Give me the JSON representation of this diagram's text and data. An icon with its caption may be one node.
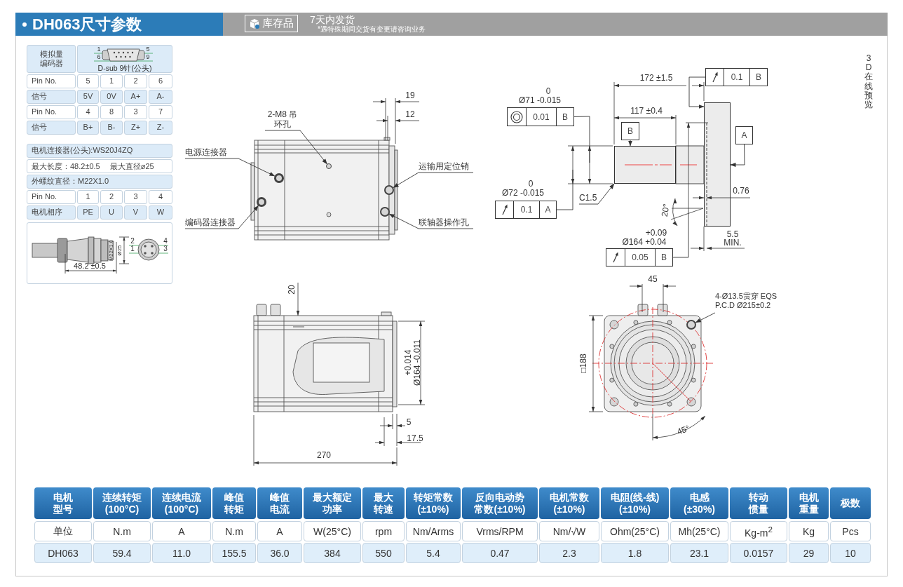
{
  "diagram": {
    "title": "DH063尺寸参数",
    "nodes": [
      {
        "text": [
          "电源连接器"
        ]
      },
      {
        "text": [],
        "shape": "circle"
      },
      {
        "text": [
          "2-M8 吊环孔"
        ]
      },
      {
        "text": [],
        "shape": "circle"
      },
      {
        "text": [
          "编码器连接器"
        ]
      },
      {
        "text": [],
        "shape": "circle"
      },
      {
        "text": [
          "运输用定位销"
        ]
      },
      {
        "text": [],
        "shape": "circle"
      },
      {
        "text": [
          "联轴器操作孔"
        ]
      },
      {
        "text": [],
        "shape": "circle"
      },
      {
        "text": [
          "0.1",
          "B"
        ]
      },
      {
        "text": [
          "0.01",
          "B"
        ]
      },
      {
        "text": [
          "B"
        ]
      },
      {
        "text": [
          "A"
        ]
      },
      {
        "text": [
          "0.1",
          "A"
        ]
      },
      {
        "text": [
          "C1.5"
        ]
      },
      {
        "text": [
          "0.05",
          "B"
        ]
      },
      {
        "text": [
          "4-Ø13.5贯穿 EQS P.C.D Ø215±0.2"
        ]
      },
      {
        "text": [],
        "shape": "circle"
      },
      {
        "text": [],
        "shape": "box"
      },
      {
        "text": [],
        "shape": "box"
      }
    ],
    "edges": [
      {
        "from": 0,
        "to": 1,
        "arrow": "to"
      },
      {
        "from": 2,
        "to": 3,
        "arrow": "to"
      },
      {
        "from": 4,
        "to": 5,
        "arrow": "to"
      },
      {
        "from": 6,
        "to": 7,
        "arrow": "to"
      },
      {
        "from": 8,
        "to": 9,
        "arrow": "to"
      },
      {
        "from": 10,
        "to": 20,
        "arrow": "to"
      },
      {
        "from": 11,
        "to": null,
        "arrow": "none"
      },
      {
        "from": 12,
        "to": 19,
        "arrow": "to"
      },
      {
        "from": 13,
        "to": 20,
        "arrow": "to"
      },
      {
        "from": 14,
        "to": null,
        "arrow": "none"
      },
      {
        "from": 15,
        "to": 19,
        "arrow": "to"
      },
      {
        "from": 16,
        "to": null,
        "arrow": "none"
      },
      {
        "from": 17,
        "to": 18,
        "arrow": "to"
      }
    ],
    "labels": [
      "库存品",
      "7天内发货",
      "*遇特殊期间交货有变更请咨询业务",
      "模拟量编码器",
      "1",
      "5",
      "6",
      "9",
      "D-sub 9针(公头)",
      "Pin No.",
      "5",
      "1",
      "2",
      "6",
      "信号",
      "5V",
      "0V",
      "A+",
      "A-",
      "Pin No.",
      "4",
      "8",
      "3",
      "7",
      "信号",
      "B+",
      "B-",
      "Z+",
      "Z-",
      "电机连接器(公头):WS20J4ZQ",
      "最大长度：48.2±0.5",
      "最大直径ø25",
      "外螺纹直径：M22X1.0",
      "Pin No.",
      "1",
      "2",
      "3",
      "4",
      "电机相序",
      "PE",
      "U",
      "V",
      "W",
      "M22X1.0",
      "Ø25",
      "2",
      "4",
      "1",
      "3",
      "48.2 ±0.5",
      "19",
      "12",
      "172 ±1.5",
      "0",
      "Ø71 -0.015",
      "117 ±0.4",
      "0",
      "Ø72 -0.015",
      "0.76",
      "20°",
      "+0.09",
      "Ø164 +0.04",
      "5.5",
      "MIN.",
      "3D在线预览",
      "20",
      "+0.014",
      "Ø164 -0.011",
      "5",
      "17.5",
      "270",
      "45",
      "□188",
      "45°",
      "电机型号",
      "连续转矩(100°C)",
      "连续电流(100°C)",
      "峰值转矩",
      "峰值电流",
      "最大额定功率",
      "最大转速",
      "转矩常数(±10%)",
      "反向电动势常数(±10%)",
      "电机常数(±10%)",
      "电阻(线-线)(±10%)",
      "电感(±30%)",
      "转动惯量",
      "电机重量",
      "极数",
      "单位",
      "N.m",
      "A",
      "N.m",
      "A",
      "W(25°C)",
      "rpm",
      "Nm/Arms",
      "Vrms/RPM",
      "Nm/√W",
      "Ohm(25°C)",
      "Mh(25°C)",
      "Kg-m$^{2}$",
      "Kg",
      "Pcs",
      "DH063",
      "59.4",
      "11.0",
      "155.5",
      "36.0",
      "384",
      "550",
      "5.4",
      "0.47",
      "2.3",
      "1.8",
      "23.1",
      "0.0157",
      "29",
      "10"
    ]
  }
}
